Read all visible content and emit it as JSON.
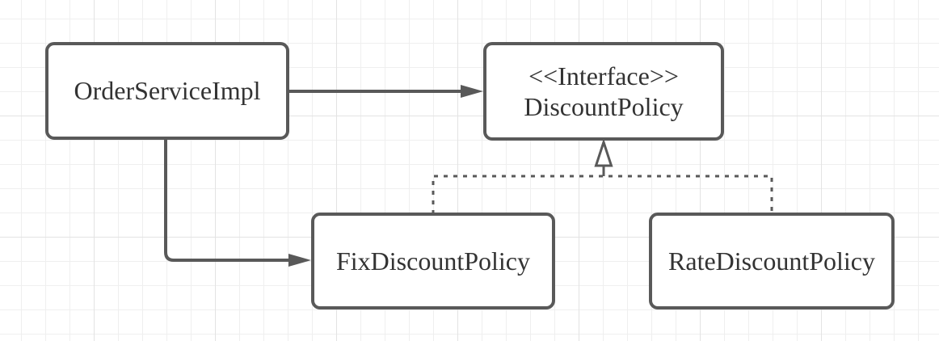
{
  "diagram": {
    "type": "uml-class-diagram",
    "nodes": [
      {
        "id": "order-service-impl",
        "label": "OrderServiceImpl"
      },
      {
        "id": "discount-policy",
        "stereotype": "<<Interface>>",
        "label": "DiscountPolicy"
      },
      {
        "id": "fix-discount-policy",
        "label": "FixDiscountPolicy"
      },
      {
        "id": "rate-discount-policy",
        "label": "RateDiscountPolicy"
      }
    ],
    "edges": [
      {
        "from": "OrderServiceImpl",
        "to": "DiscountPolicy",
        "style": "solid-arrow",
        "meaning": "dependency"
      },
      {
        "from": "OrderServiceImpl",
        "to": "FixDiscountPolicy",
        "style": "solid-arrow",
        "meaning": "dependency"
      },
      {
        "from": "FixDiscountPolicy",
        "to": "DiscountPolicy",
        "style": "dashed-hollow-triangle",
        "meaning": "realization"
      },
      {
        "from": "RateDiscountPolicy",
        "to": "DiscountPolicy",
        "style": "dashed-hollow-triangle",
        "meaning": "realization"
      }
    ],
    "colors": {
      "node_border": "#595959",
      "node_fill": "#ffffff",
      "text": "#333333",
      "edge": "#595959",
      "grid_minor": "#efefef",
      "grid_major": "#e3e3e3",
      "background": "#ffffff"
    }
  }
}
